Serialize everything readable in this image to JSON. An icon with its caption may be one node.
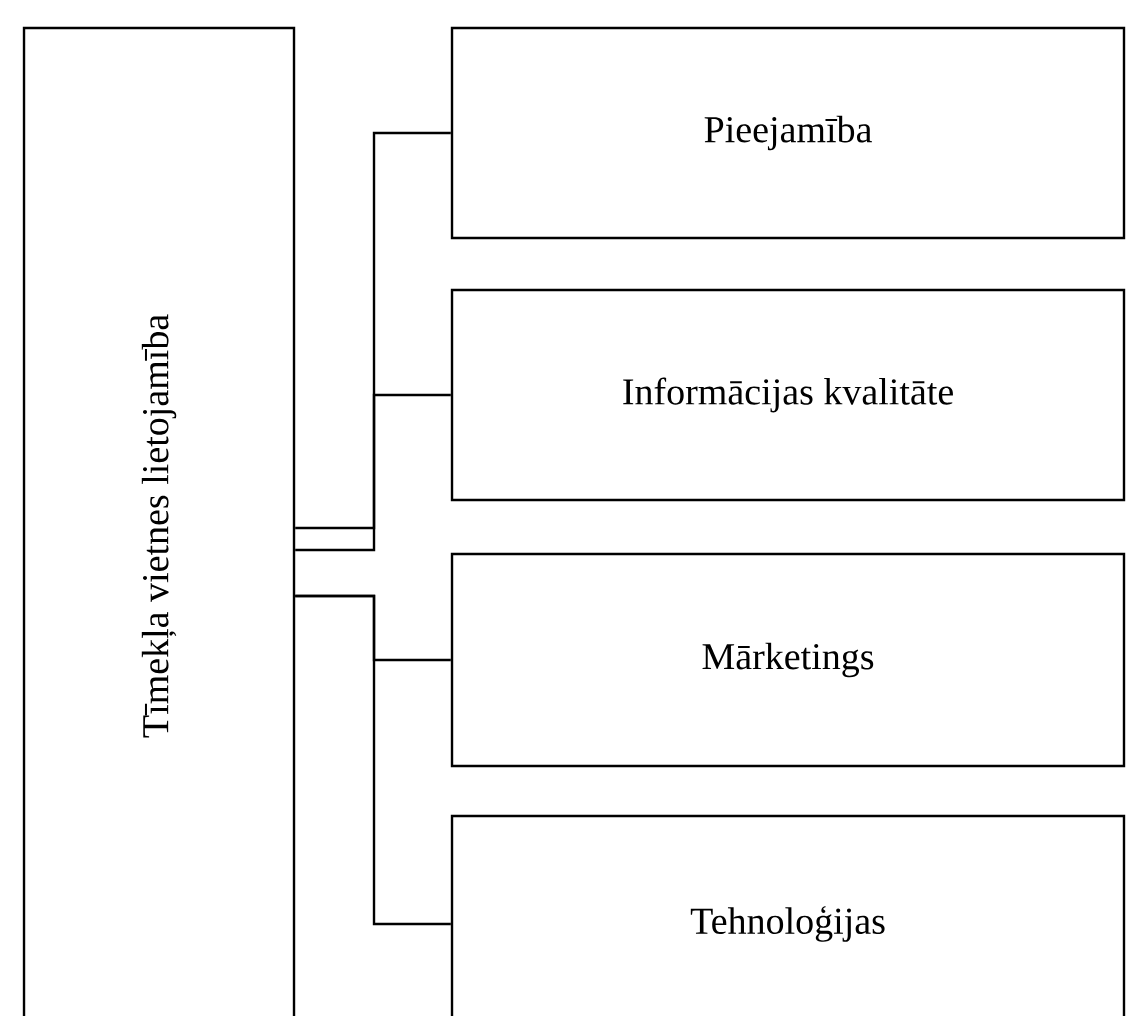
{
  "diagram": {
    "nodes": [
      {
        "text": [
          "Tīmekļa vietnes lietojamība"
        ]
      },
      {
        "text": [
          "Pieejamība"
        ]
      },
      {
        "text": [
          "Informācijas kvalitāte"
        ]
      },
      {
        "text": [
          "Mārketings"
        ]
      },
      {
        "text": [
          "Tehnoloģijas"
        ]
      }
    ],
    "edges": [
      {
        "from": 0,
        "to": 1,
        "arrow": "none"
      },
      {
        "from": 0,
        "to": 2,
        "arrow": "none"
      },
      {
        "from": 0,
        "to": 3,
        "arrow": "none"
      },
      {
        "from": 0,
        "to": 4,
        "arrow": "none"
      }
    ]
  }
}
